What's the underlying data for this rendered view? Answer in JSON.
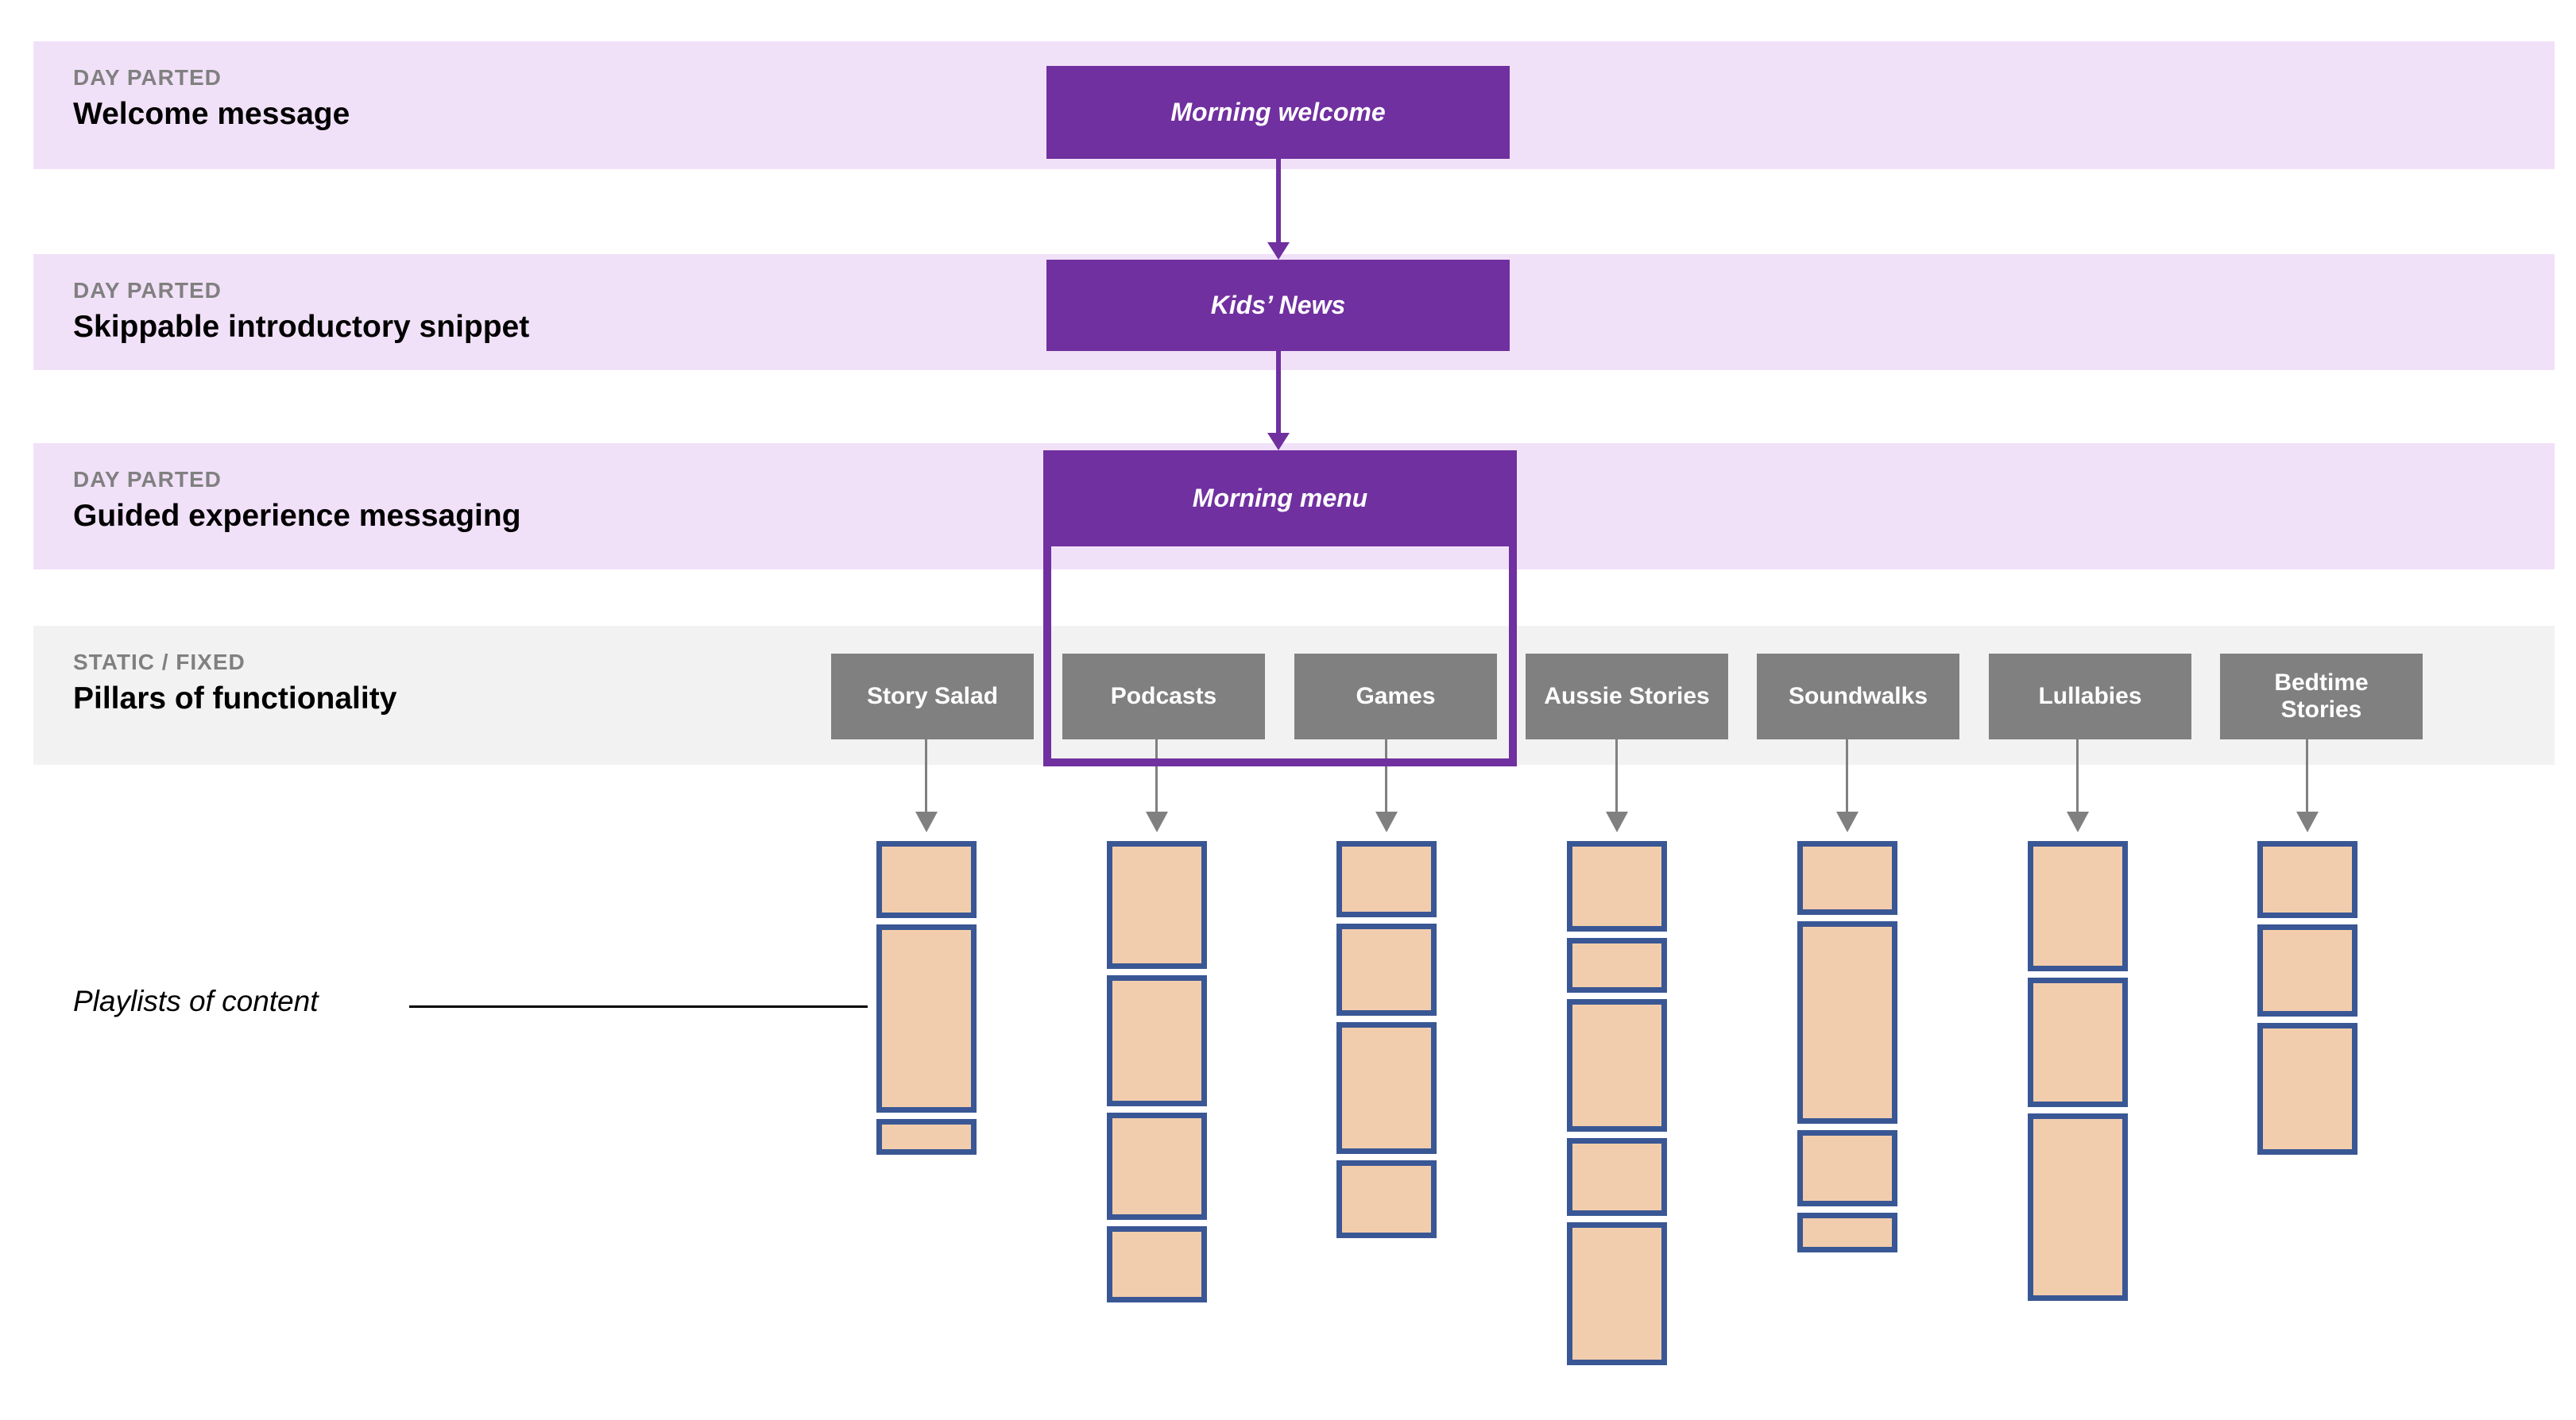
{
  "diagram": {
    "rows": [
      {
        "tag": "DAY PARTED",
        "title": "Welcome message"
      },
      {
        "tag": "DAY PARTED",
        "title": "Skippable introductory snippet"
      },
      {
        "tag": "DAY PARTED",
        "title": "Guided experience messaging"
      },
      {
        "tag": "STATIC / FIXED",
        "title": "Pillars of functionality"
      }
    ],
    "flow": {
      "morning_welcome": "Morning welcome",
      "kids_news": "Kids’ News",
      "morning_menu": "Morning menu"
    },
    "pillars": [
      {
        "label": "Story Salad",
        "playlists": [
          97,
          237,
          45
        ]
      },
      {
        "label": "Podcasts",
        "playlists": [
          161,
          165,
          135,
          96
        ]
      },
      {
        "label": "Games",
        "playlists": [
          96,
          116,
          166,
          98
        ]
      },
      {
        "label": "Aussie Stories",
        "playlists": [
          114,
          69,
          167,
          98,
          180
        ]
      },
      {
        "label": "Soundwalks",
        "playlists": [
          93,
          255,
          96,
          50
        ]
      },
      {
        "label": "Lullabies",
        "playlists": [
          164,
          163,
          236
        ]
      },
      {
        "label": "Bedtime Stories",
        "playlists": [
          97,
          116,
          166
        ]
      }
    ],
    "annotation": {
      "label": "Playlists of content"
    },
    "colors": {
      "purple": "#7030A0",
      "light_purple": "#F1E1F8",
      "gray_band": "#F2F2F2",
      "pillar_gray": "#808080",
      "tag_gray": "#808080",
      "peach_fill": "#F2CDAD",
      "peach_border": "#3A5795",
      "arrow_gray": "#808080",
      "annotation_line": "#000000"
    }
  }
}
